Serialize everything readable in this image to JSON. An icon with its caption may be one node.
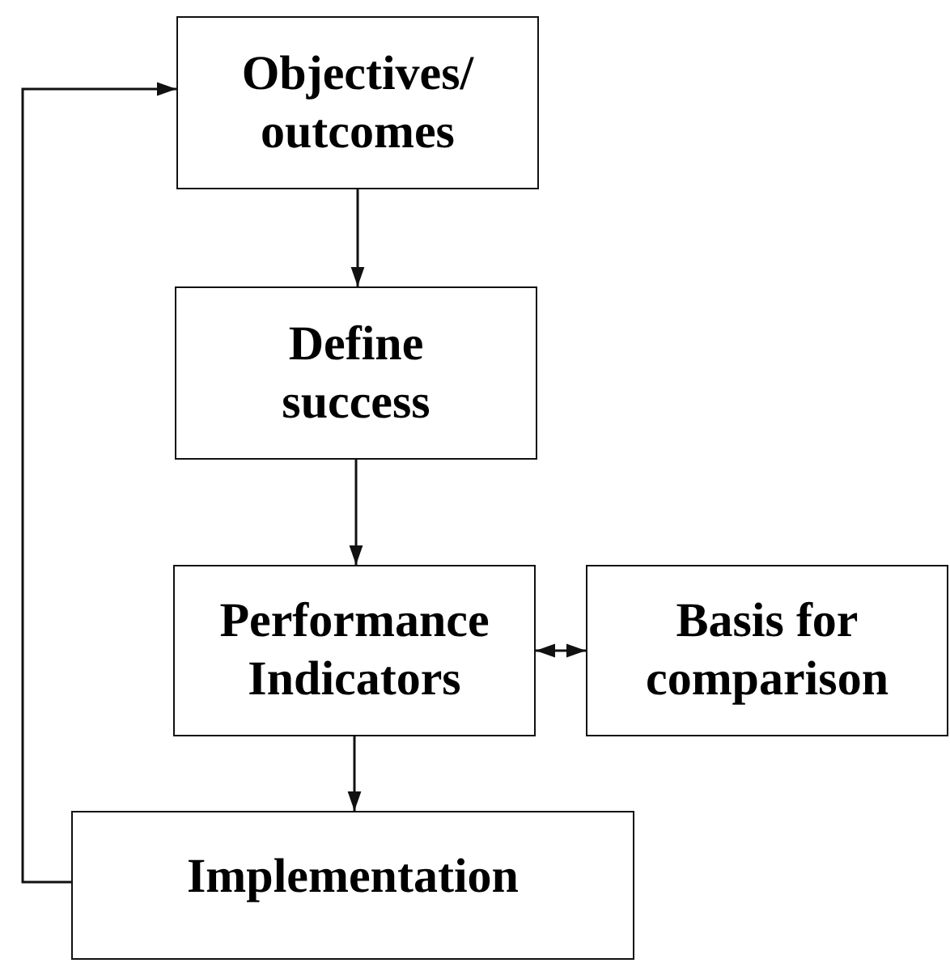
{
  "diagram": {
    "nodes": [
      {
        "text": [
          "Objectives/ outcomes"
        ]
      },
      {
        "text": [
          "Define success"
        ]
      },
      {
        "text": [
          "Performance Indicators"
        ]
      },
      {
        "text": [
          "Basis for comparison"
        ]
      },
      {
        "text": [
          "Implementation"
        ]
      }
    ],
    "edges": [
      {
        "from": 0,
        "to": 1,
        "arrow": "to"
      },
      {
        "from": 1,
        "to": 2,
        "arrow": "to"
      },
      {
        "from": 2,
        "to": 3,
        "arrow": "both"
      },
      {
        "from": 2,
        "to": 4,
        "arrow": "to"
      },
      {
        "from": 4,
        "to": 0,
        "arrow": "to"
      }
    ]
  }
}
